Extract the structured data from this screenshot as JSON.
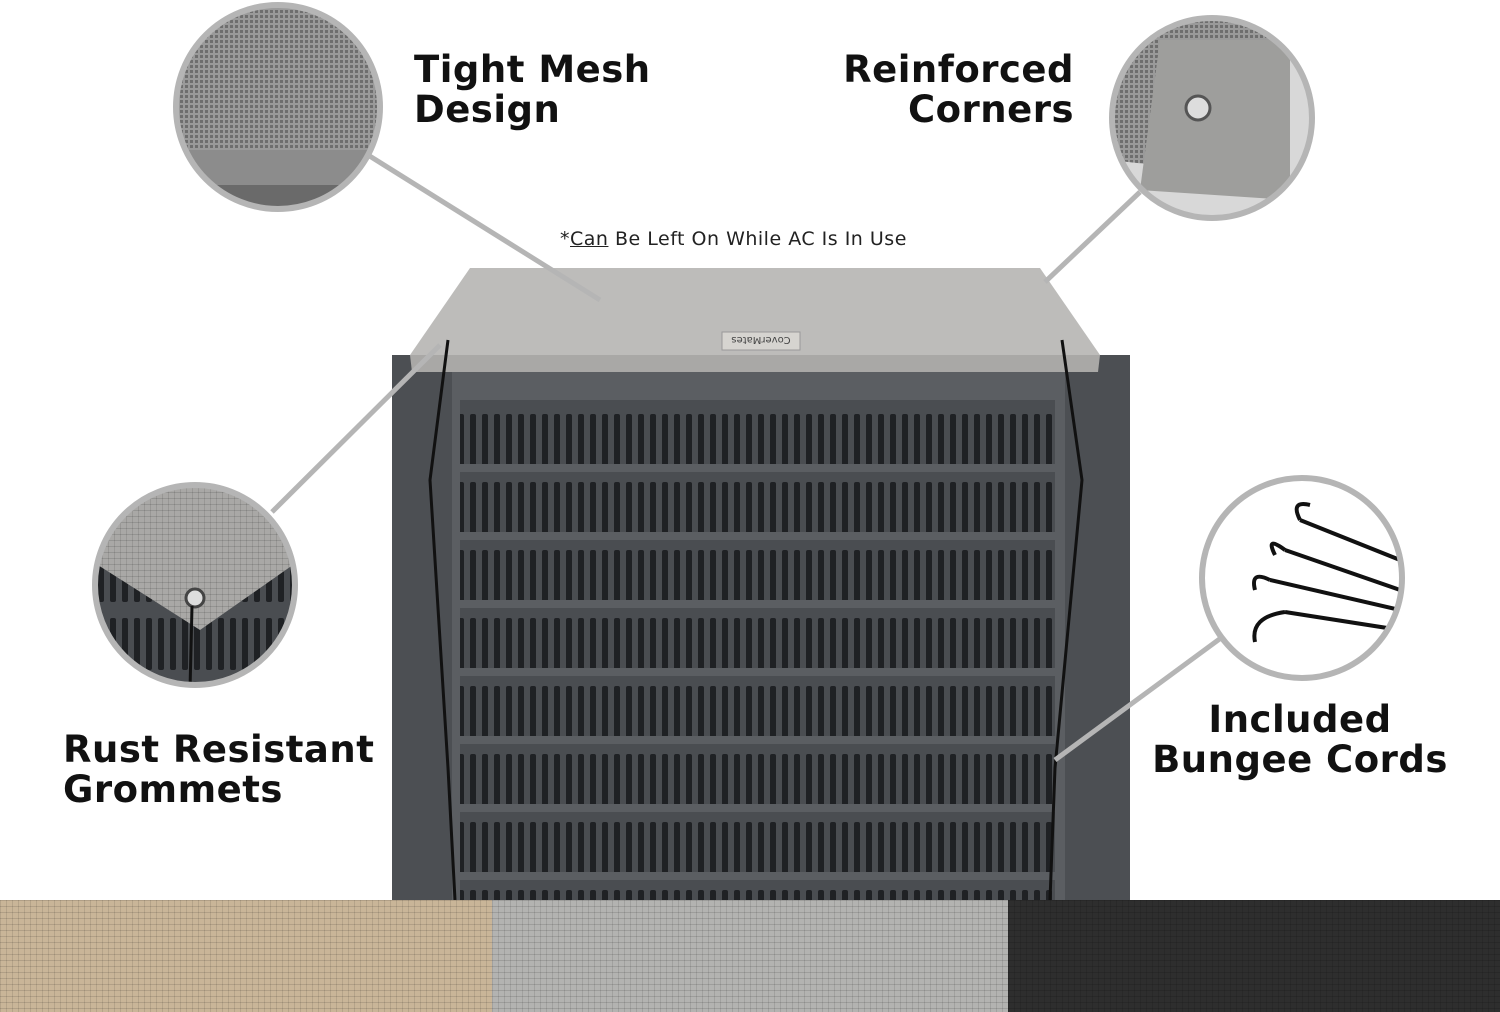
{
  "features": [
    {
      "id": "mesh",
      "line1": "Tight Mesh",
      "line2": "Design"
    },
    {
      "id": "corners",
      "line1": "Reinforced",
      "line2": "Corners"
    },
    {
      "id": "grommets",
      "line1": "Rust Resistant",
      "line2": "Grommets"
    },
    {
      "id": "bungee",
      "line1": "Included",
      "line2": "Bungee Cords"
    }
  ],
  "note": {
    "prefix": "*",
    "underlined": "Can",
    "rest": " Be Left On While AC Is In Use"
  },
  "brand_tag": "CoverMates",
  "swatches": [
    {
      "name": "tan",
      "color": "#c9b598"
    },
    {
      "name": "gray",
      "color": "#b3b3b1"
    },
    {
      "name": "black",
      "color": "#2e2e2e"
    }
  ]
}
